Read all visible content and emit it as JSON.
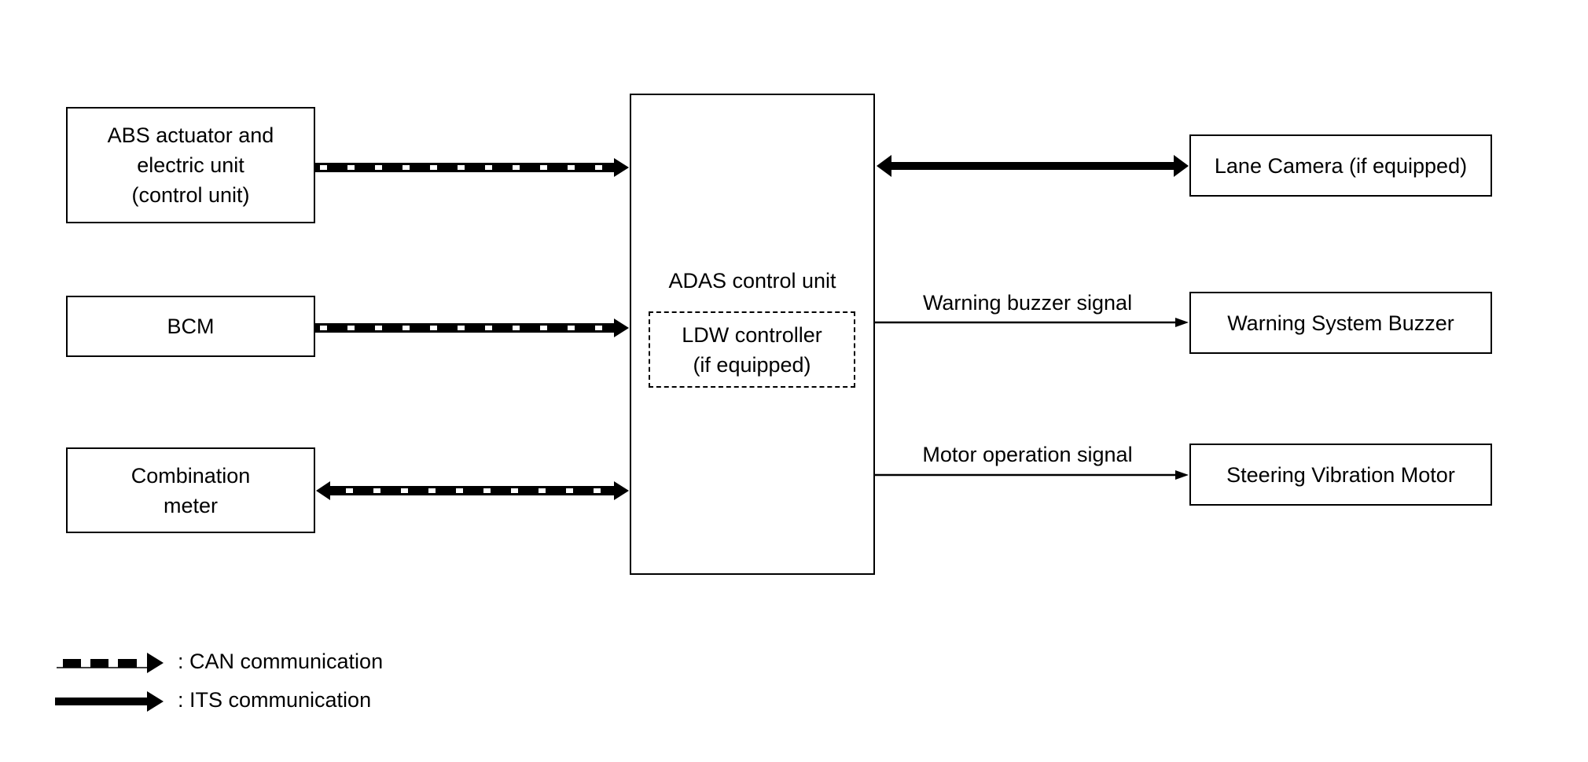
{
  "left_units": [
    {
      "id": "abs",
      "lines": [
        "ABS actuator and",
        "electric unit",
        "(control unit)"
      ],
      "link": "CAN",
      "direction": "to-adas"
    },
    {
      "id": "bcm",
      "lines": [
        "BCM"
      ],
      "link": "CAN",
      "direction": "to-adas"
    },
    {
      "id": "combination",
      "lines": [
        "Combination",
        "meter"
      ],
      "link": "CAN",
      "direction": "bidirectional"
    }
  ],
  "center_unit": {
    "title": "ADAS control unit",
    "sub_box": {
      "lines": [
        "LDW controller",
        "(if equipped)"
      ],
      "style": "dashed"
    }
  },
  "right_units": [
    {
      "id": "lane_camera",
      "label": "Lane Camera (if equipped)",
      "link": "ITS",
      "direction": "bidirectional",
      "signal_label": ""
    },
    {
      "id": "buzzer",
      "label": "Warning System Buzzer",
      "link": "signal",
      "direction": "from-adas",
      "signal_label": "Warning buzzer signal"
    },
    {
      "id": "motor",
      "label": "Steering Vibration Motor",
      "link": "signal",
      "direction": "from-adas",
      "signal_label": "Motor operation signal"
    }
  ],
  "legend": [
    {
      "symbol": "can-arrow",
      "label": ": CAN communication"
    },
    {
      "symbol": "its-arrow",
      "label": ": ITS communication"
    }
  ],
  "colors": {
    "line": "#000000",
    "background": "#ffffff"
  }
}
